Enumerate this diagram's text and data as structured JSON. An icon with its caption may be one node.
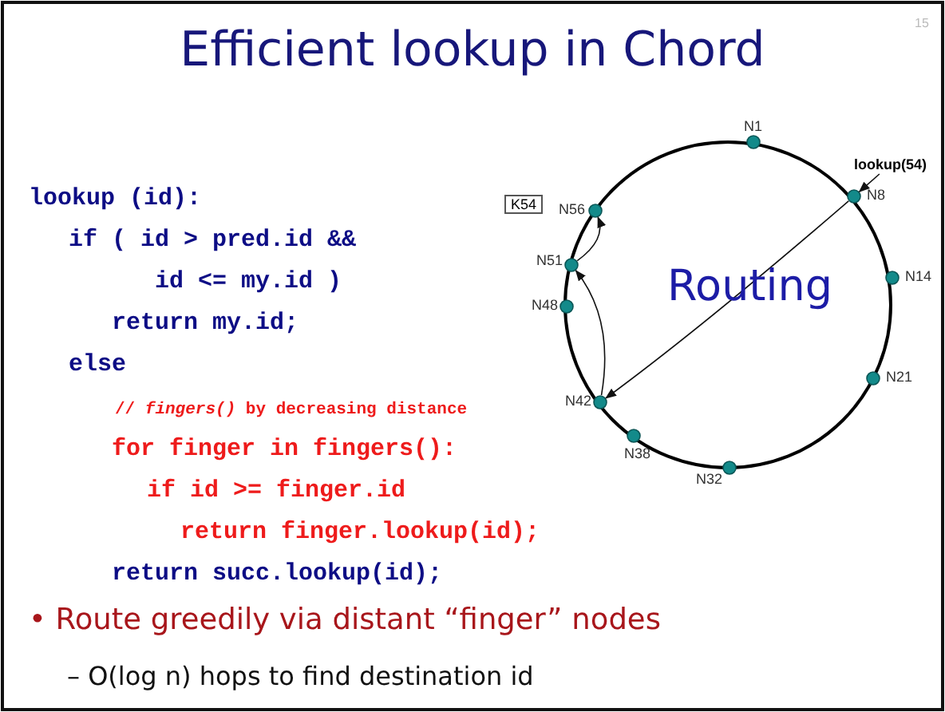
{
  "diagram": {
    "title": "Efficient lookup in Chord",
    "nodes": [
      {
        "text": [],
        "shape": "circle",
        "beside": [
          "N1"
        ]
      },
      {
        "text": [],
        "shape": "circle",
        "beside": [
          "N8"
        ]
      },
      {
        "text": [],
        "shape": "circle",
        "beside": [
          "N14"
        ]
      },
      {
        "text": [],
        "shape": "circle",
        "beside": [
          "N21"
        ]
      },
      {
        "text": [],
        "shape": "circle",
        "beside": [
          "N32"
        ]
      },
      {
        "text": [],
        "shape": "circle",
        "beside": [
          "N38"
        ]
      },
      {
        "text": [],
        "shape": "circle",
        "beside": [
          "N42"
        ]
      },
      {
        "text": [],
        "shape": "circle",
        "beside": [
          "N48"
        ]
      },
      {
        "text": [],
        "shape": "circle",
        "beside": [
          "N51"
        ]
      },
      {
        "text": [],
        "shape": "circle",
        "beside": [
          "N56"
        ]
      },
      {
        "text": [
          "lookup(54)"
        ]
      },
      {
        "text": [
          "K54"
        ]
      }
    ],
    "edges": [
      {
        "from": 10,
        "to": 1,
        "arrow": "to"
      },
      {
        "from": 1,
        "to": 6,
        "arrow": "to"
      },
      {
        "from": 6,
        "to": 8,
        "arrow": "to"
      },
      {
        "from": 8,
        "to": 9,
        "arrow": "to"
      }
    ],
    "labels": [
      "15",
      "lookup (id):",
      "if ( id > pred.id &&",
      "id <= my.id )",
      "return my.id;",
      "else",
      "// *fingers()* by decreasing distance",
      "for finger in fingers():",
      "if id >= finger.id",
      "return finger.lookup(id);",
      "return succ.lookup(id);",
      "Routing",
      "• Route greedily via distant “finger” nodes",
      "– O(log n) hops to find destination id"
    ]
  }
}
